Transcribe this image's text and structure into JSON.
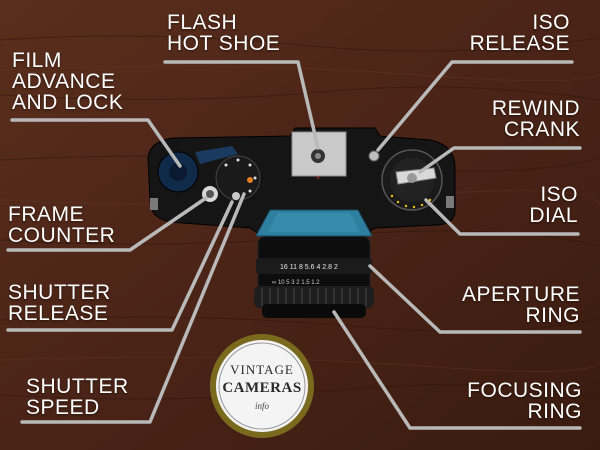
{
  "labels": {
    "flash_hot_shoe": [
      "FLASH",
      "HOT SHOE"
    ],
    "iso_release": [
      "ISO",
      "RELEASE"
    ],
    "film_advance_and_lock": [
      "FILM",
      "ADVANCE",
      "AND LOCK"
    ],
    "rewind_crank": [
      "REWIND",
      "CRANK"
    ],
    "iso_dial": [
      "ISO",
      "DIAL"
    ],
    "frame_counter": [
      "FRAME",
      "COUNTER"
    ],
    "shutter_release": [
      "SHUTTER",
      "RELEASE"
    ],
    "aperture_ring": [
      "APERTURE",
      "RING"
    ],
    "shutter_speed": [
      "SHUTTER",
      "SPEED"
    ],
    "focusing_ring": [
      "FOCUSING",
      "RING"
    ]
  },
  "lens_markings": {
    "aperture_scale": "16 11 8 5.6 4 2.8 2",
    "focus_scale": "∞ 10 5 3 2 1.5 1.2"
  },
  "logo": {
    "line1": "VINTAGE",
    "line2": "CAMERAS",
    "line3": "info"
  },
  "colors": {
    "wood": "#4a2417",
    "leader_line": "#b9b9b9",
    "label_text": "#ffffff",
    "camera_body": "#151515",
    "prism_plate": "#2f7fa0",
    "logo_ring": "#7a6a1e"
  }
}
